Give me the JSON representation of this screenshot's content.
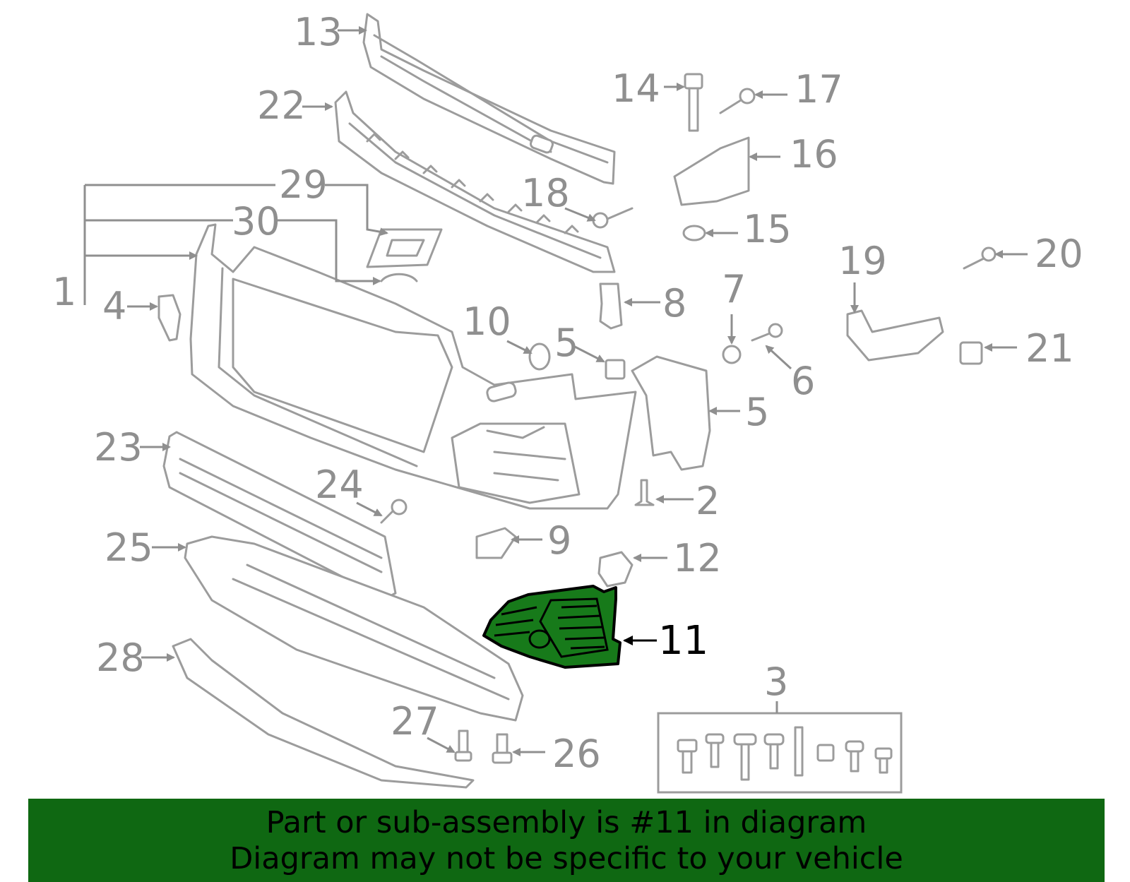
{
  "callouts": {
    "c1": "1",
    "c2": "2",
    "c3": "3",
    "c4": "4",
    "c5a": "5",
    "c5b": "5",
    "c6": "6",
    "c7": "7",
    "c8": "8",
    "c9": "9",
    "c10": "10",
    "c11": "11",
    "c12": "12",
    "c13": "13",
    "c14": "14",
    "c15": "15",
    "c16": "16",
    "c17": "17",
    "c18": "18",
    "c19": "19",
    "c20": "20",
    "c21": "21",
    "c22": "22",
    "c23": "23",
    "c24": "24",
    "c25": "25",
    "c26": "26",
    "c27": "27",
    "c28": "28",
    "c29": "29",
    "c30": "30"
  },
  "highlighted_part": "11",
  "colors": {
    "highlight_fill": "#177a1a",
    "banner_background": "#0f6812",
    "callout_gray": "#8f8f8f"
  },
  "banner": {
    "line1": "Part or sub-assembly is #11 in diagram",
    "line2": "Diagram may not be specific to your vehicle"
  }
}
